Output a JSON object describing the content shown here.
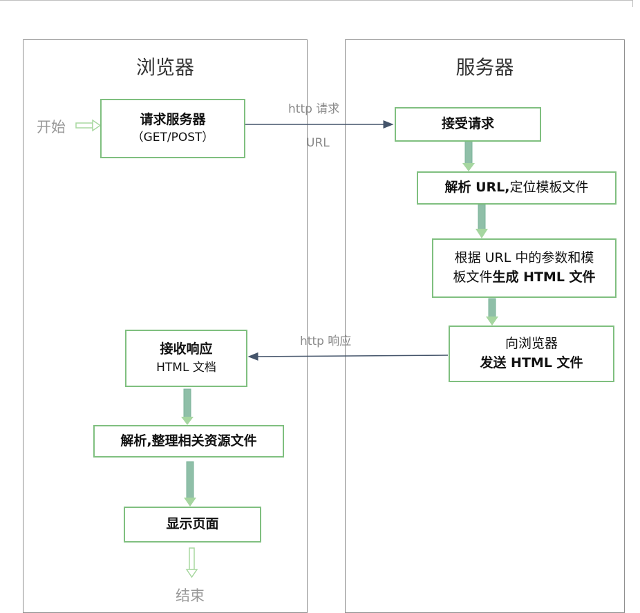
{
  "lanes": {
    "browser": "浏览器",
    "server": "服务器"
  },
  "start_label": "开始",
  "end_label": "结束",
  "browser": {
    "request": {
      "title": "请求服务器",
      "sub": "（GET/POST）"
    },
    "receive": {
      "title": "接收响应",
      "sub": "HTML 文档"
    },
    "parse": {
      "title": "解析,整理相关资源文件"
    },
    "display": {
      "title": "显示页面"
    }
  },
  "server": {
    "accept": {
      "title": "接受请求"
    },
    "parse_url": {
      "bold": "解析 URL,",
      "normal": "定位模板文件"
    },
    "generate": {
      "line1": "根据 URL 中的参数和模",
      "line2_normal": "板文件",
      "line2_bold": "生成 HTML 文件"
    },
    "send": {
      "line1": "向浏览器",
      "line2": "发送 HTML 文件"
    }
  },
  "edges": {
    "http_request": "http 请求",
    "url": "URL",
    "http_response": "http 响应"
  },
  "colors": {
    "box_border": "#7fbf7f",
    "arrow_green": "#8cc68c",
    "connector": "#44546a",
    "lane_border": "#8f8f8f"
  }
}
